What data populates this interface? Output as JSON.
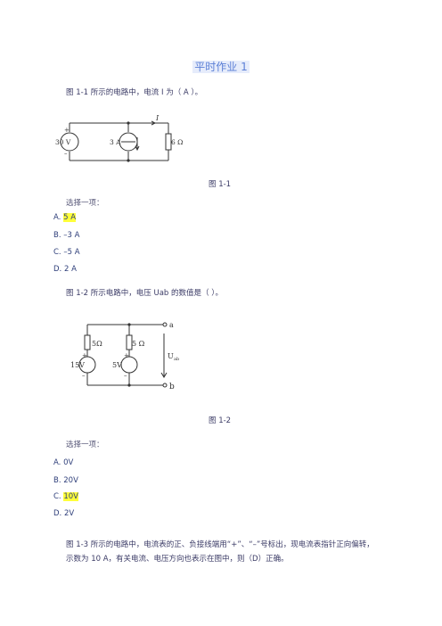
{
  "title": "平时作业 1",
  "questions": [
    {
      "text": "图 1-1 所示的电路中，电流 I 为（ A ）。",
      "figure": {
        "caption": "图 1-1",
        "labels": {
          "v": "30 V",
          "i": "3 A",
          "r": "6 Ω",
          "current": "I",
          "plus": "+",
          "minus": "–"
        }
      },
      "prompt": "选择一项：",
      "options": [
        {
          "prefix": "A. ",
          "text": "5 A",
          "highlight": true
        },
        {
          "prefix": "B. ",
          "text": "–3 A",
          "highlight": false
        },
        {
          "prefix": "C. ",
          "text": "–5 A",
          "highlight": false
        },
        {
          "prefix": "D. ",
          "text": "2 A",
          "highlight": false
        }
      ]
    },
    {
      "text": "图 1-2 所示电路中，电压 Uab 的数值是（ ）。",
      "figure": {
        "caption": "图 1-2",
        "labels": {
          "r1": "5Ω",
          "r2": "5 Ω",
          "v1": "15V",
          "v2": "5V",
          "a": "a",
          "b": "b",
          "u": "U",
          "usub": "ab",
          "plus": "+",
          "minus": "–"
        }
      },
      "prompt": "选择一项：",
      "options": [
        {
          "prefix": "A. ",
          "text": "0V",
          "highlight": false
        },
        {
          "prefix": "B. ",
          "text": "20V",
          "highlight": false
        },
        {
          "prefix": "C. ",
          "text": "10V",
          "highlight": true
        },
        {
          "prefix": "D. ",
          "text": "2V",
          "highlight": false
        }
      ]
    },
    {
      "text_line1": "图 1-3 所示的电路中，电流表的正、负接线端用“+”、“–”号标出，现电流表指针正向偏转，",
      "text_line2": "示数为 10 A，有关电流、电压方向也表示在图中，则（D）正确。"
    }
  ]
}
